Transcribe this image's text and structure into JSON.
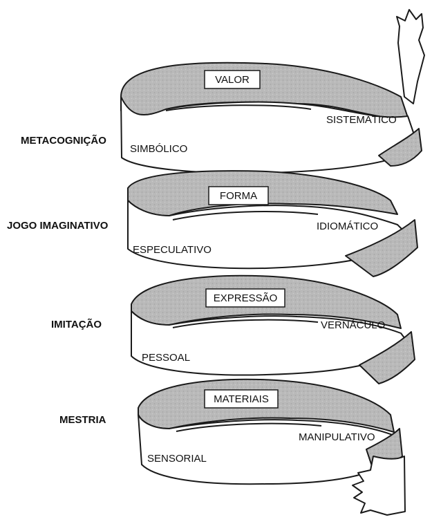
{
  "diagram": {
    "levels": [
      {
        "side_label": "METACOGNIÇÃO",
        "box_label": "VALOR",
        "left_label": "SIMBÓLICO",
        "right_label": "SISTEMÁTICO"
      },
      {
        "side_label": "JOGO IMAGINATIVO",
        "box_label": "FORMA",
        "left_label": "ESPECULATIVO",
        "right_label": "IDIOMÁTICO"
      },
      {
        "side_label": "IMITAÇÃO",
        "box_label": "EXPRESSÃO",
        "left_label": "PESSOAL",
        "right_label": "VERNÁCULO"
      },
      {
        "side_label": "MESTRIA",
        "box_label": "MATERIAIS",
        "left_label": "SENSORIAL",
        "right_label": "MANIPULATIVO"
      }
    ],
    "colors": {
      "band_fill": "#ffffff",
      "shade_fill": "#b9b9b9",
      "stroke": "#1a1a1a"
    }
  }
}
